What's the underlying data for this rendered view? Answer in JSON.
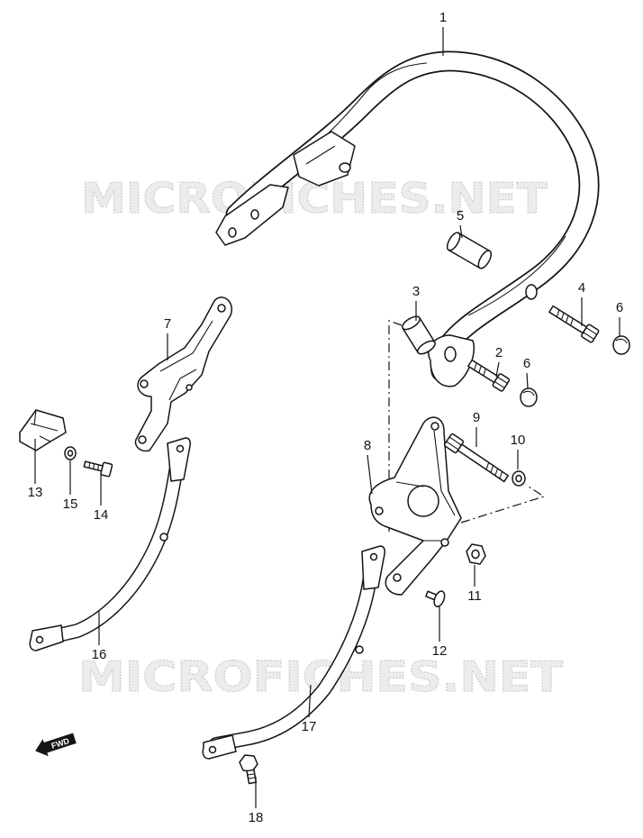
{
  "watermark": "MICROFICHES.NET",
  "fwd_label": "FWD",
  "callouts": {
    "c1": "1",
    "c2": "2",
    "c3": "3",
    "c4": "4",
    "c5": "5",
    "c6a": "6",
    "c6b": "6",
    "c7": "7",
    "c8": "8",
    "c9": "9",
    "c10": "10",
    "c11": "11",
    "c12": "12",
    "c13": "13",
    "c14": "14",
    "c15": "15",
    "c16": "16",
    "c17": "17",
    "c18": "18"
  }
}
